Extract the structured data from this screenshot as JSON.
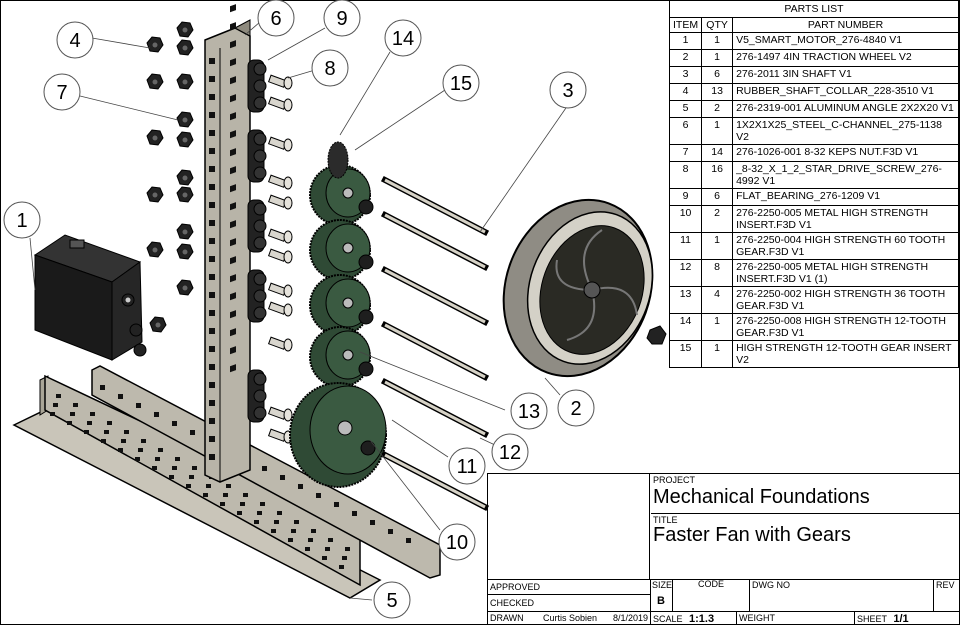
{
  "parts_list": {
    "title": "PARTS LIST",
    "headers": {
      "item": "ITEM",
      "qty": "QTY",
      "part_number": "PART NUMBER"
    },
    "rows": [
      {
        "item": "1",
        "qty": "1",
        "part": "V5_SMART_MOTOR_276-4840 V1"
      },
      {
        "item": "2",
        "qty": "1",
        "part": "276-1497 4IN TRACTION WHEEL V2"
      },
      {
        "item": "3",
        "qty": "6",
        "part": "276-2011 3IN SHAFT V1"
      },
      {
        "item": "4",
        "qty": "13",
        "part": "RUBBER_SHAFT_COLLAR_228-3510 V1"
      },
      {
        "item": "5",
        "qty": "2",
        "part": "276-2319-001 ALUMINUM ANGLE 2X2X20 V1"
      },
      {
        "item": "6",
        "qty": "1",
        "part": "1X2X1X25_STEEL_C-CHANNEL_275-1138 V2"
      },
      {
        "item": "7",
        "qty": "14",
        "part": "276-1026-001 8-32 KEPS NUT.F3D V1"
      },
      {
        "item": "8",
        "qty": "16",
        "part": "_8-32_X_1_2_STAR_DRIVE_SCREW_276-4992 V1"
      },
      {
        "item": "9",
        "qty": "6",
        "part": "FLAT_BEARING_276-1209 V1"
      },
      {
        "item": "10",
        "qty": "2",
        "part": "276-2250-005 METAL HIGH STRENGTH INSERT.F3D V1"
      },
      {
        "item": "11",
        "qty": "1",
        "part": "276-2250-004 HIGH STRENGTH 60 TOOTH GEAR.F3D V1"
      },
      {
        "item": "12",
        "qty": "8",
        "part": "276-2250-005 METAL HIGH STRENGTH INSERT.F3D V1 (1)"
      },
      {
        "item": "13",
        "qty": "4",
        "part": "276-2250-002 HIGH STRENGTH 36 TOOTH GEAR.F3D V1"
      },
      {
        "item": "14",
        "qty": "1",
        "part": "276-2250-008 HIGH STRENGTH 12-TOOTH GEAR.F3D V1"
      },
      {
        "item": "15",
        "qty": "1",
        "part": "HIGH STRENGTH 12-TOOTH GEAR INSERT V2"
      }
    ]
  },
  "balloons": [
    "1",
    "2",
    "3",
    "4",
    "5",
    "6",
    "7",
    "8",
    "9",
    "10",
    "11",
    "12",
    "13",
    "14",
    "15"
  ],
  "title_block": {
    "project_label": "PROJECT",
    "project": "Mechanical Foundations",
    "title_label": "TITLE",
    "title": "Faster Fan with Gears",
    "approved_label": "APPROVED",
    "checked_label": "CHECKED",
    "drawn_label": "DRAWN",
    "drawn_by": "Curtis Sobien",
    "drawn_date": "8/1/2019",
    "size_label": "SIZE",
    "size": "B",
    "code_label": "CODE",
    "dwg_no_label": "DWG NO",
    "rev_label": "REV",
    "scale_label": "SCALE",
    "scale": "1:1.3",
    "weight_label": "WEIGHT",
    "sheet_label": "SHEET",
    "sheet": "1/1"
  },
  "colors": {
    "metal": "#b8b4a8",
    "gear": "#2f4a35",
    "dark": "#1c1c1c",
    "tire": "#8f8c84"
  }
}
